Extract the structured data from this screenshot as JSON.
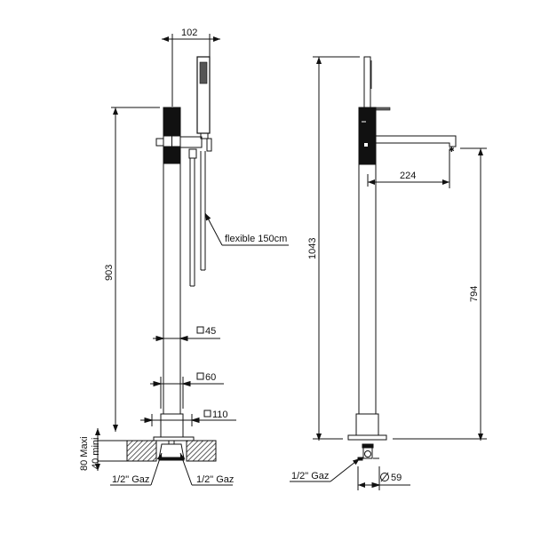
{
  "drawing": {
    "title": "Floor-standing bath mixer technical drawing",
    "colors": {
      "line": "#111111",
      "background": "#ffffff"
    }
  },
  "front_view": {
    "dim_handshower_offset": "102",
    "dim_height": "903",
    "hose_label": "flexible 150cm",
    "dim_square_45": "45",
    "dim_square_60": "60",
    "dim_square_110": "110",
    "floor_dim_max": "80 Maxi",
    "floor_dim_min": "40 mini",
    "connection_left": "1/2\" Gaz",
    "connection_right": "1/2\" Gaz"
  },
  "side_view": {
    "dim_total_height": "1043",
    "dim_spout_reach": "224",
    "dim_spout_height": "794",
    "connection": "1/2\" Gaz",
    "dim_diameter": "59"
  },
  "symbols": {
    "square": "square-symbol",
    "diameter": "diameter-symbol"
  }
}
